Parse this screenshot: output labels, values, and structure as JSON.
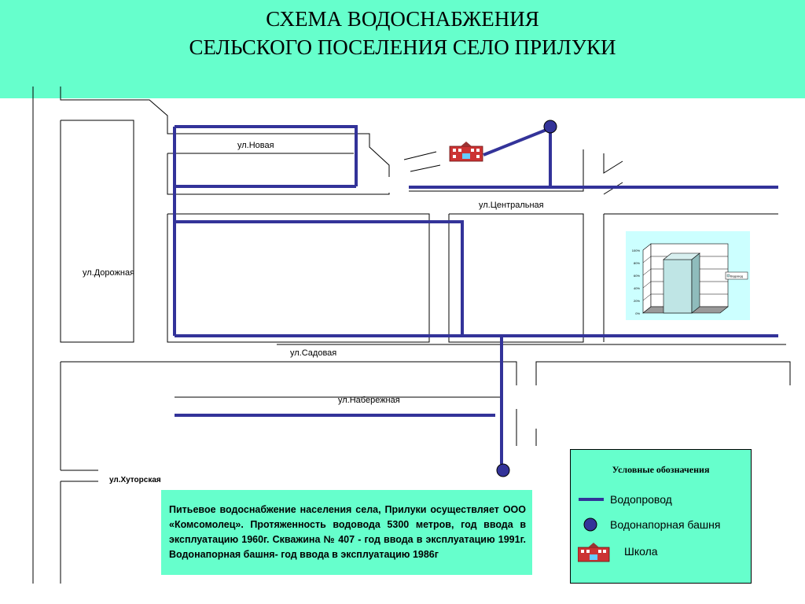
{
  "header": {
    "title_line1": "СХЕМА ВОДОСНАБЖЕНИЯ",
    "title_line2": "СЕЛЬСКОГО ПОСЕЛЕНИЯ  СЕЛО ПРИЛУКИ"
  },
  "streets": {
    "novaya": "ул.Новая",
    "centralnaya": "ул.Центральная",
    "dorozhnaya": "ул.Дорожная",
    "sadovaya": "ул.Садовая",
    "naberezhnaya": "ул.Набережная",
    "khutorskaya": "ул.Хуторская"
  },
  "info_text": "Питьевое водоснабжение населения села, Прилуки осуществляет ООО «Комсомолец». Протяженность водовода 5300 метров, год ввода в эксплуатацию 1960г. Скважина № 407 - год ввода в эксплуатацию 1991г. Водонапорная башня- год ввода в эксплуатацию 1986г",
  "legend": {
    "title": "Условные обозначения",
    "items": [
      {
        "icon": "pipeline-line-icon",
        "label": "Водопровод"
      },
      {
        "icon": "water-tower-icon",
        "label": "Водонапорная башня"
      },
      {
        "icon": "school-icon",
        "label": "Школа"
      }
    ]
  },
  "colors": {
    "pipeline": "#333399",
    "header_bg": "#66ffcc",
    "chart_bg": "#ccffff"
  },
  "chart_data": {
    "type": "bar",
    "categories": [
      ""
    ],
    "series": [
      {
        "name": "Водовод",
        "values": [
          85
        ]
      }
    ],
    "ytick_labels": [
      "100%",
      "80%",
      "60%",
      "40%",
      "20%",
      "0%"
    ],
    "ylim": [
      0,
      100
    ],
    "grid": true,
    "legend_position": "right"
  }
}
